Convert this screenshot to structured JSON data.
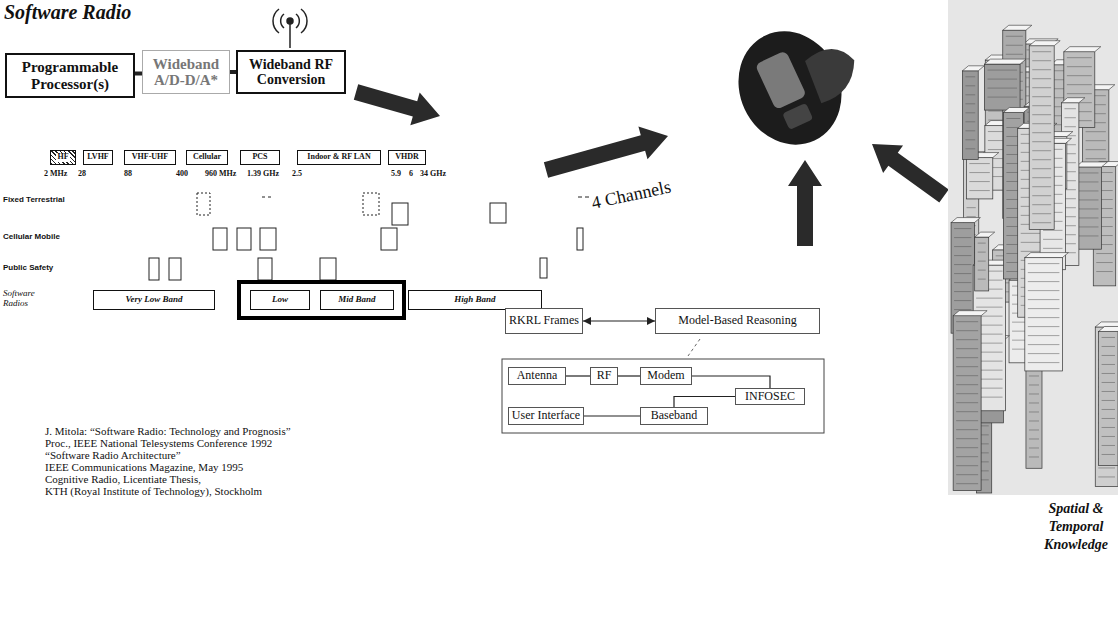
{
  "diagram": {
    "title": "Software Radio",
    "nodes": [
      {
        "text": [
          "Programmable Processor(s)"
        ]
      },
      {
        "text": [
          "Wideband A/D-D/A*"
        ]
      },
      {
        "text": [
          "Wideband RF Conversion"
        ]
      },
      {
        "text": [
          "HF"
        ]
      },
      {
        "text": [
          "LVHF"
        ]
      },
      {
        "text": [
          "VHF-UHF"
        ]
      },
      {
        "text": [
          "Cellular"
        ]
      },
      {
        "text": [
          "PCS"
        ]
      },
      {
        "text": [
          "Indoor & RF LAN"
        ]
      },
      {
        "text": [
          "VHDR"
        ]
      },
      {
        "text": [
          "Very Low Band"
        ]
      },
      {
        "text": [
          "Low"
        ]
      },
      {
        "text": [
          "Mid Band"
        ]
      },
      {
        "text": [
          "High Band"
        ]
      },
      {
        "text": [
          "RKRL Frames"
        ]
      },
      {
        "text": [
          "Model-Based Reasoning"
        ]
      },
      {
        "text": [
          "Antenna"
        ]
      },
      {
        "text": [
          "RF"
        ]
      },
      {
        "text": [
          "Modem"
        ]
      },
      {
        "text": [
          "INFOSEC"
        ]
      },
      {
        "text": [
          "User Interface"
        ]
      },
      {
        "text": [
          "Baseband"
        ]
      }
    ],
    "edges": [
      {
        "from": 0,
        "to": 1,
        "arrow": "none"
      },
      {
        "from": 1,
        "to": 2,
        "arrow": "none"
      },
      {
        "from": 14,
        "to": 15,
        "arrow": "both"
      },
      {
        "from": 16,
        "to": 17,
        "arrow": "none"
      },
      {
        "from": 17,
        "to": 18,
        "arrow": "none"
      },
      {
        "from": 18,
        "to": 19,
        "arrow": "none"
      },
      {
        "from": 19,
        "to": 21,
        "arrow": "none"
      },
      {
        "from": 21,
        "to": 20,
        "arrow": "none"
      }
    ],
    "labels": [
      "2 MHz",
      "28",
      "88",
      "400",
      "960 MHz",
      "1.39 GHz",
      "2.5",
      "5.9",
      "6",
      "34 GHz",
      "Fixed Terrestrial",
      "Cellular Mobile",
      "Public Safety",
      "Software Radios",
      "4 Channels",
      "J. Mitola: “Software Radio: Technology and Prognosis”",
      "Proc., IEEE National Telesystems Conference 1992",
      "“Software Radio Architecture”",
      "IEEE Communications Magazine, May 1995",
      "Cognitive Radio, Licentiate Thesis,",
      "KTH (Royal Institute of Technology), Stockholm",
      "Spatial & Temporal Knowledge"
    ]
  }
}
